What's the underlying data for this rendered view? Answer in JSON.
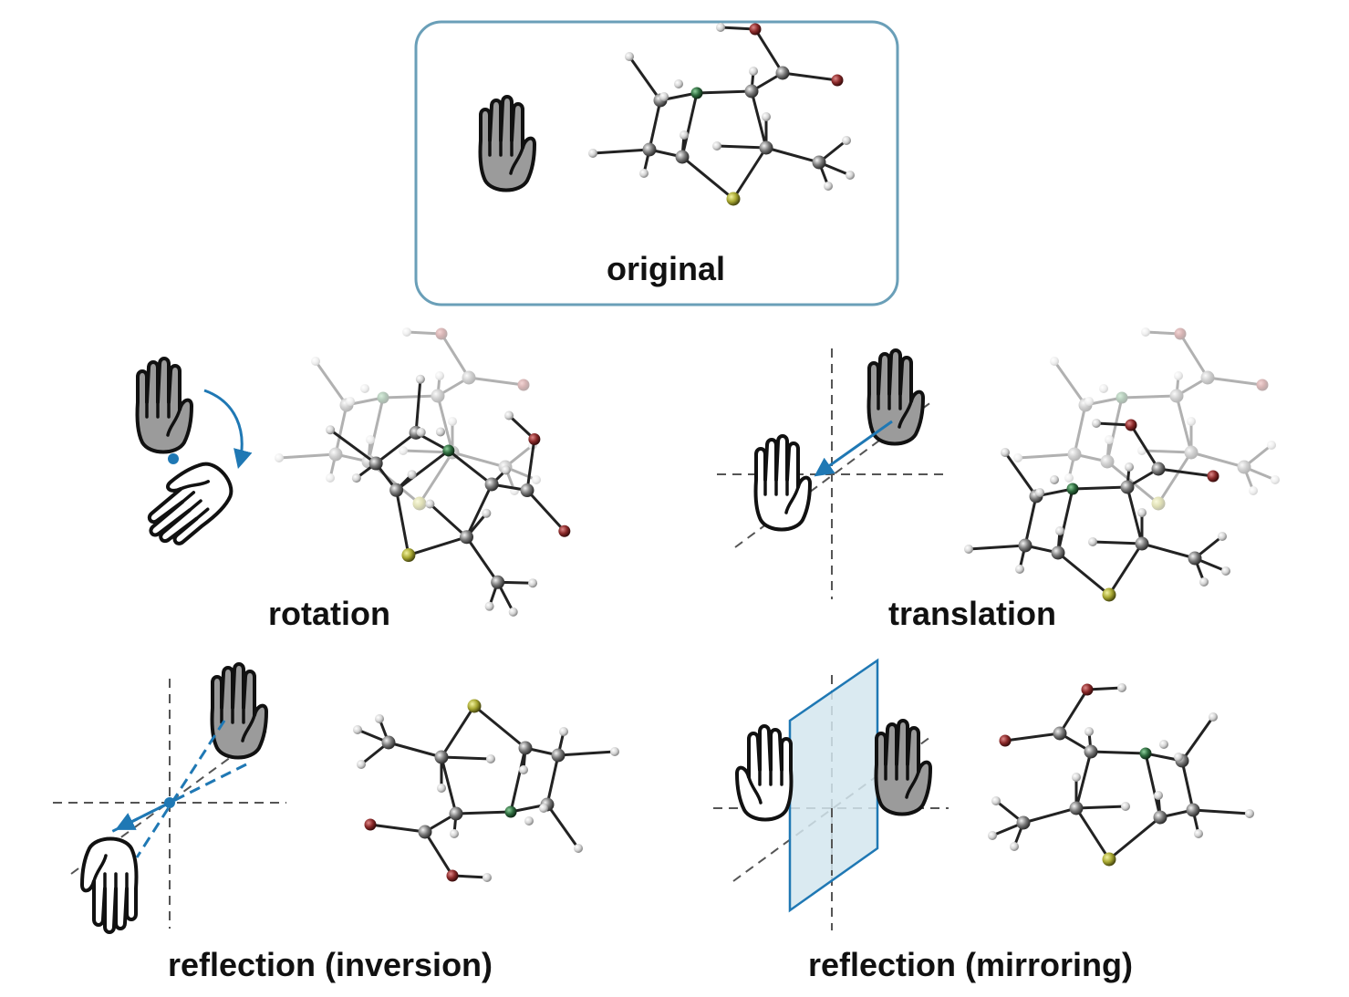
{
  "labels": {
    "original": "original",
    "rotation": "rotation",
    "translation": "translation",
    "inversion": "reflection (inversion)",
    "mirroring": "reflection (mirroring)"
  },
  "colors": {
    "frame": "#6a9fb8",
    "arrow": "#1f78b4",
    "mirror_plane_fill": "#d3e6ef",
    "hand_gray": "#9b9b9b",
    "carbon": "#707070",
    "hydrogen": "#e0e0e0",
    "nitrogen": "#2e6b3e",
    "oxygen": "#8b2a2a",
    "sulfur": "#a8a832",
    "bond": "#222222",
    "ghost": "#c8c8c8"
  },
  "icons": [
    "raised-hand-icon",
    "rotate-arrow-icon",
    "translate-arrow-icon",
    "inversion-center-icon",
    "mirror-plane-icon"
  ]
}
